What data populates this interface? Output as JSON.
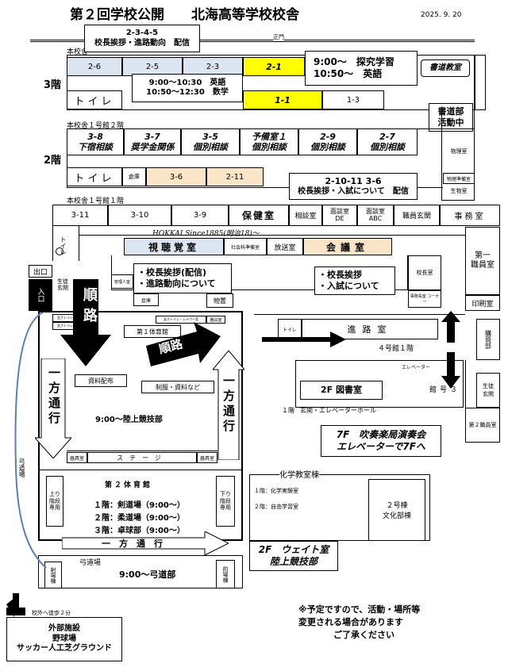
{
  "header": {
    "title": "第２回学校公開　　北海高等学校校舎",
    "date": "2025. 9. 20",
    "main_gate": "正門"
  },
  "floor3": {
    "label_building": "本校舎",
    "floor_label": "3階",
    "rooms_top": [
      "2-6",
      "2-5",
      "2-3",
      "2-1"
    ],
    "toilet": "トイレ",
    "room_1_1": "1-1",
    "room_1_3": "1-3",
    "callout_top": [
      "2-3-4-5",
      "校長挨拶・進路動向　配信"
    ],
    "callout_time": [
      "9:00～10:30　英語",
      "10:50～12:30　数学"
    ],
    "callout_inquiry": [
      "9:00～　探究学習",
      "10:50～　英語"
    ],
    "calligraphy_room": "書道教室",
    "calligraphy_club": [
      "書道部",
      "活動中"
    ]
  },
  "floor2": {
    "label_building": "本校舎１号館２階",
    "floor_label": "2階",
    "rooms": [
      {
        "num": "3-8",
        "name": "下宿相談"
      },
      {
        "num": "3-7",
        "name": "奨学金関係"
      },
      {
        "num": "3-5",
        "name": "個別相談"
      },
      {
        "num": "予備室１",
        "name": "個別相談"
      },
      {
        "num": "2-9",
        "name": "個別相談"
      },
      {
        "num": "2-7",
        "name": "個別相談"
      }
    ],
    "toilet": "トイレ",
    "storage": "倉庫",
    "room_3_6": "3-6",
    "room_2_11": "2-11",
    "physics_room": "物理室",
    "physics_prep": "物理準備室",
    "biology_room": "生物室",
    "callout": [
      "2-10-11  3-6",
      "校長挨拶・入試について　配信"
    ]
  },
  "floor1": {
    "label_building": "本校舎１号館１階",
    "rooms": [
      "3-11",
      "3-10",
      "3-9",
      "保健室",
      "相談室",
      "面談室\nDE",
      "面談室\nABC",
      "職員玄関",
      "事務室"
    ],
    "hokkai_banner": "HOKKAI Since1885(明治18)～",
    "toilet": "トイレ",
    "av_room": "視聴覚室",
    "social_prep": "社会科準備室",
    "broadcast": "放送室",
    "conference": "会議室",
    "callout_av": [
      "・校長挨拶(配信)",
      "・進路動向について"
    ],
    "callout_conf": [
      "・校長挨拶",
      "・入試について"
    ],
    "principal": "校長室",
    "admin_room": "事務長室 コーナー",
    "staff1": "第一\n職員室",
    "printing": "印刷室",
    "purchasing": "購買部",
    "student_entrance2": "生徒\n玄関",
    "staff2": "第２職員室",
    "exit": "出口",
    "entrance": "入口",
    "student_entrance": "生徒\n玄関",
    "manager_room": "管理人室",
    "storage_small": "倉庫",
    "goods": "物置",
    "toilet_small": "女子トイレ",
    "toilet_shower": "女子トイレ・シャワー室",
    "equip": "器具室",
    "gym1": "第１体育館",
    "career": "進路室",
    "toilet_c": "トイレ",
    "bldg4": "４号館１階",
    "elevator": "エレベーター",
    "bldg3": "３\n号\n館",
    "bldg3_1f": "１階",
    "hall": "玄関・エレベーターホール",
    "library": "2F 図書室",
    "brass": [
      "7F　吹奏楽局演奏会",
      "エレベーターで7Fへ"
    ]
  },
  "gym": {
    "route": "順路",
    "one_way": "一方通行",
    "materials": "資料配布",
    "uniform": "制服・資料など",
    "track_event": "9:00～陸上競技部",
    "stage": "ステージ",
    "equip": "器具室",
    "gym2": "第２体育館",
    "schedule": [
      "１階：剣道場（9:00～）",
      "２階：柔道場（9:00～）",
      "３階：卓球部（9:00～）"
    ],
    "stairs_up": "上り\n階段\n専用",
    "stairs_down": "下り\n階段\n専用",
    "one_way_h": "一　方　通　行",
    "archery_field": "弓道場",
    "archery": "9:00～弓道部",
    "archery_side": "弓道場",
    "range": "射場棟",
    "target": "的場棟",
    "weight": [
      "2F　ウェイト室",
      "陸上競技部"
    ]
  },
  "chem": {
    "title": "化学教室棟",
    "f1": "１階：化学実験室",
    "f2": "２階：自由学習室",
    "bldg2": "２号棟\n文化部棟"
  },
  "outside": {
    "walk": "校外へ徒歩２分",
    "box": [
      "外部施設",
      "野球場",
      "サッカー人工芝グラウンド"
    ]
  },
  "note": [
    "※予定ですので、活動・場所等",
    "変更される場合があります",
    "ご了承ください"
  ],
  "colors": {
    "blue": "#dce6f2",
    "yellow": "#ffff00",
    "tan": "#fbe5c8",
    "arch": "#5b7fb5"
  }
}
